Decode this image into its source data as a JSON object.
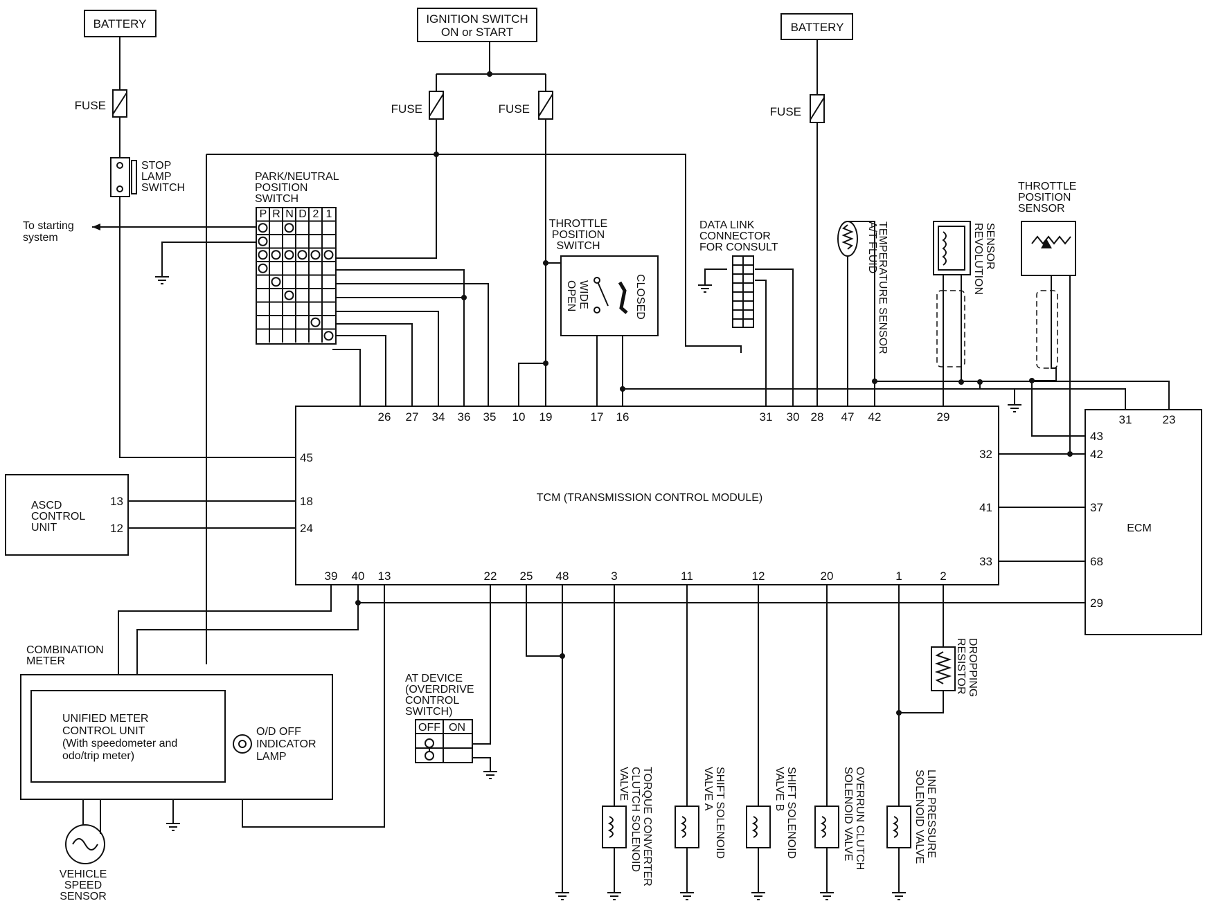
{
  "sources": {
    "battery_left": "BATTERY",
    "battery_right": "BATTERY",
    "ignition_line1": "IGNITION SWITCH",
    "ignition_line2": "ON or START"
  },
  "fuses": [
    "FUSE",
    "FUSE",
    "FUSE",
    "FUSE"
  ],
  "stop_lamp": [
    "STOP",
    "LAMP",
    "SWITCH"
  ],
  "starting": [
    "To starting",
    "system"
  ],
  "pnp": {
    "title": [
      "PARK/NEUTRAL",
      "POSITION",
      "SWITCH"
    ],
    "positions": [
      "P",
      "R",
      "N",
      "D",
      "2",
      "1"
    ]
  },
  "tps_switch": {
    "title": [
      "THROTTLE",
      "POSITION",
      "SWITCH"
    ],
    "wide_open": [
      "WIDE",
      "OPEN"
    ],
    "closed": "CLOSED"
  },
  "dlc": [
    "DATA LINK",
    "CONNECTOR",
    "FOR CONSULT"
  ],
  "fluid_sensor": [
    "A/T FLUID",
    "TEMPERATURE SENSOR"
  ],
  "rev_sensor": [
    "REVOLUTION",
    "SENSOR"
  ],
  "tp_sensor": [
    "THROTTLE",
    "POSITION",
    "SENSOR"
  ],
  "tcm": {
    "label": "TCM (TRANSMISSION CONTROL MODULE)",
    "pins_top": [
      "26",
      "27",
      "34",
      "36",
      "35",
      "10",
      "19",
      "17",
      "16",
      "31",
      "30",
      "28",
      "47",
      "42",
      "29"
    ],
    "pins_left": [
      "45",
      "18",
      "24"
    ],
    "pins_right": [
      "32",
      "41",
      "33"
    ],
    "pins_bottom": [
      "39",
      "40",
      "13",
      "22",
      "25",
      "48",
      "3",
      "11",
      "12",
      "20",
      "1",
      "2"
    ]
  },
  "ecm": {
    "label": "ECM",
    "pins": [
      "31",
      "23",
      "43",
      "42",
      "37",
      "68",
      "29"
    ]
  },
  "ascd": {
    "label": [
      "ASCD",
      "CONTROL",
      "UNIT"
    ],
    "pins": [
      "13",
      "12"
    ]
  },
  "combination_meter": {
    "title": [
      "COMBINATION",
      "METER"
    ],
    "unified": [
      "UNIFIED METER",
      "CONTROL UNIT",
      "(With speedometer and",
      "odo/trip meter)"
    ],
    "od_lamp": [
      "O/D OFF",
      "INDICATOR",
      "LAMP"
    ]
  },
  "vss": [
    "VEHICLE",
    "SPEED",
    "SENSOR"
  ],
  "at_device": {
    "title": [
      "AT DEVICE",
      "(OVERDRIVE",
      "CONTROL",
      "SWITCH)"
    ],
    "off": "OFF",
    "on": "ON"
  },
  "solenoids": {
    "tcc": [
      "TORQUE CONVERTER",
      "CLUTCH SOLENOID",
      "VALVE"
    ],
    "shift_a": [
      "SHIFT SOLENOID",
      "VALVE A"
    ],
    "shift_b": [
      "SHIFT SOLENOID",
      "VALVE B"
    ],
    "overrun": [
      "OVERRUN CLUTCH",
      "SOLENOID VALVE"
    ],
    "line_pressure": [
      "LINE PRESSURE",
      "SOLENOID VALVE"
    ]
  },
  "dropping_resistor": [
    "DROPPING",
    "RESISTOR"
  ]
}
